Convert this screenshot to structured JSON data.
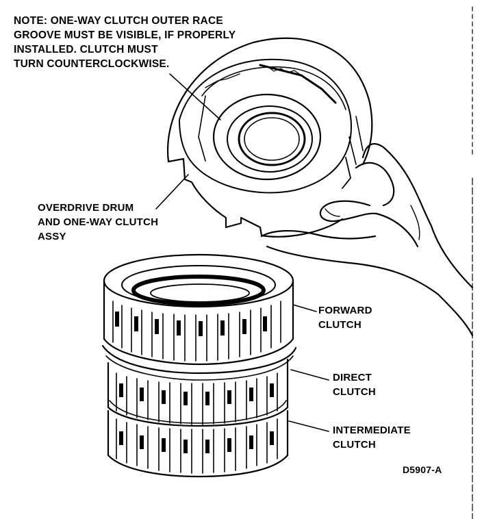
{
  "note": {
    "lines": [
      "NOTE: ONE-WAY CLUTCH OUTER RACE",
      "GROOVE MUST BE VISIBLE, IF PROPERLY",
      "INSTALLED. CLUTCH MUST",
      "TURN COUNTERCLOCKWISE."
    ]
  },
  "labels": {
    "overdrive": [
      "OVERDRIVE DRUM",
      "AND ONE-WAY CLUTCH",
      "ASSY"
    ],
    "forward": [
      "FORWARD",
      "CLUTCH"
    ],
    "direct": [
      "DIRECT",
      "CLUTCH"
    ],
    "intermediate": [
      "INTERMEDIATE",
      "CLUTCH"
    ],
    "figure_code": "D5907-A"
  },
  "colors": {
    "ink": "#000000",
    "paper": "#ffffff"
  }
}
